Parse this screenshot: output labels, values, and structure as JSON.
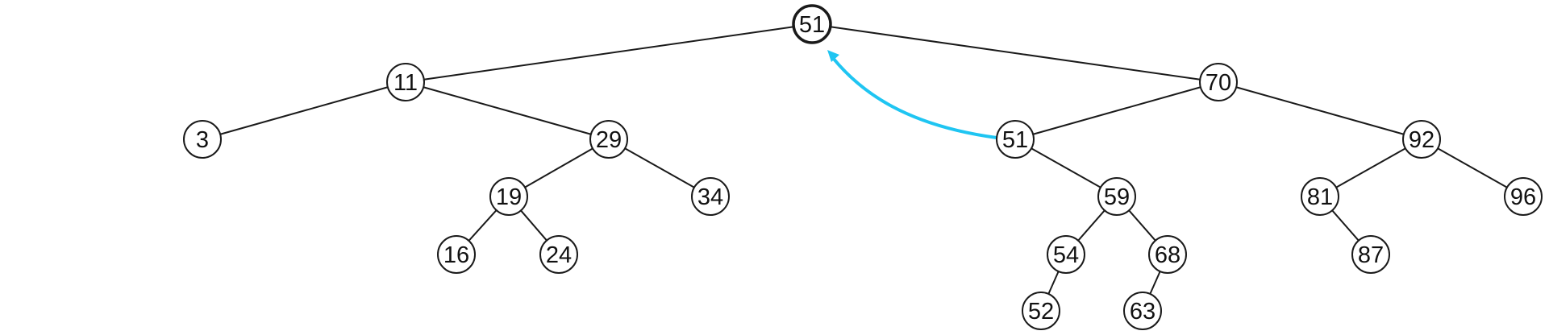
{
  "colors": {
    "highlight": "#1fc5f2",
    "node_stroke": "#1a1a1a",
    "edge": "#1a1a1a"
  },
  "tree": {
    "nodes": [
      {
        "id": "root",
        "label": "51",
        "highlight": true
      },
      {
        "id": "n11",
        "label": "11"
      },
      {
        "id": "n70",
        "label": "70"
      },
      {
        "id": "n3",
        "label": "3"
      },
      {
        "id": "n29",
        "label": "29"
      },
      {
        "id": "n19",
        "label": "19"
      },
      {
        "id": "n34",
        "label": "34"
      },
      {
        "id": "n16",
        "label": "16"
      },
      {
        "id": "n24",
        "label": "24"
      },
      {
        "id": "n51b",
        "label": "51"
      },
      {
        "id": "n92",
        "label": "92"
      },
      {
        "id": "n59",
        "label": "59"
      },
      {
        "id": "n54",
        "label": "54"
      },
      {
        "id": "n68",
        "label": "68"
      },
      {
        "id": "n52",
        "label": "52"
      },
      {
        "id": "n63",
        "label": "63"
      },
      {
        "id": "n81",
        "label": "81"
      },
      {
        "id": "n96",
        "label": "96"
      },
      {
        "id": "n87",
        "label": "87"
      }
    ],
    "edges": [
      [
        "root",
        "n11"
      ],
      [
        "root",
        "n70"
      ],
      [
        "n11",
        "n3"
      ],
      [
        "n11",
        "n29"
      ],
      [
        "n29",
        "n19"
      ],
      [
        "n29",
        "n34"
      ],
      [
        "n19",
        "n16"
      ],
      [
        "n19",
        "n24"
      ],
      [
        "n70",
        "n51b"
      ],
      [
        "n70",
        "n92"
      ],
      [
        "n51b",
        "n59"
      ],
      [
        "n59",
        "n54"
      ],
      [
        "n59",
        "n68"
      ],
      [
        "n54",
        "n52"
      ],
      [
        "n68",
        "n63"
      ],
      [
        "n92",
        "n81"
      ],
      [
        "n92",
        "n96"
      ],
      [
        "n81",
        "n87"
      ]
    ],
    "arrow": {
      "from": "n51b",
      "to": "root"
    }
  }
}
